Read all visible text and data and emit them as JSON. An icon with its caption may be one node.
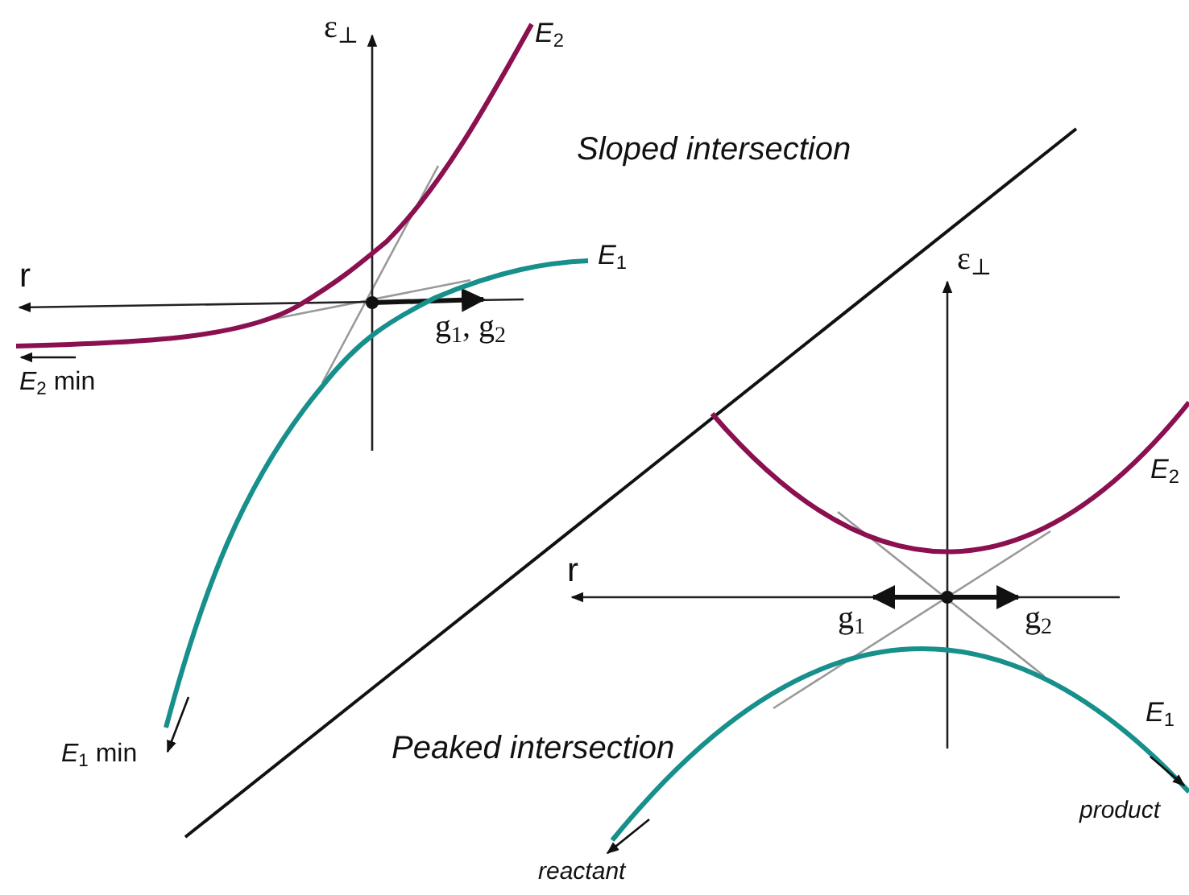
{
  "diagram": {
    "labels": [
      "ε$_{⊥}$",
      "*E*$_{2}$",
      "Sloped intersection",
      "*E*$_{1}$",
      "r",
      "g$_{1}$, g$_{2}$",
      "*E*$_{2}$ min",
      "ε$_{⊥}$",
      "*E*$_{2}$",
      "r",
      "g$_{1}$",
      "g$_{2}$",
      "*E*$_{1}$",
      "Peaked intersection",
      "*E*$_{1}$ min",
      "product",
      "reactant"
    ]
  }
}
